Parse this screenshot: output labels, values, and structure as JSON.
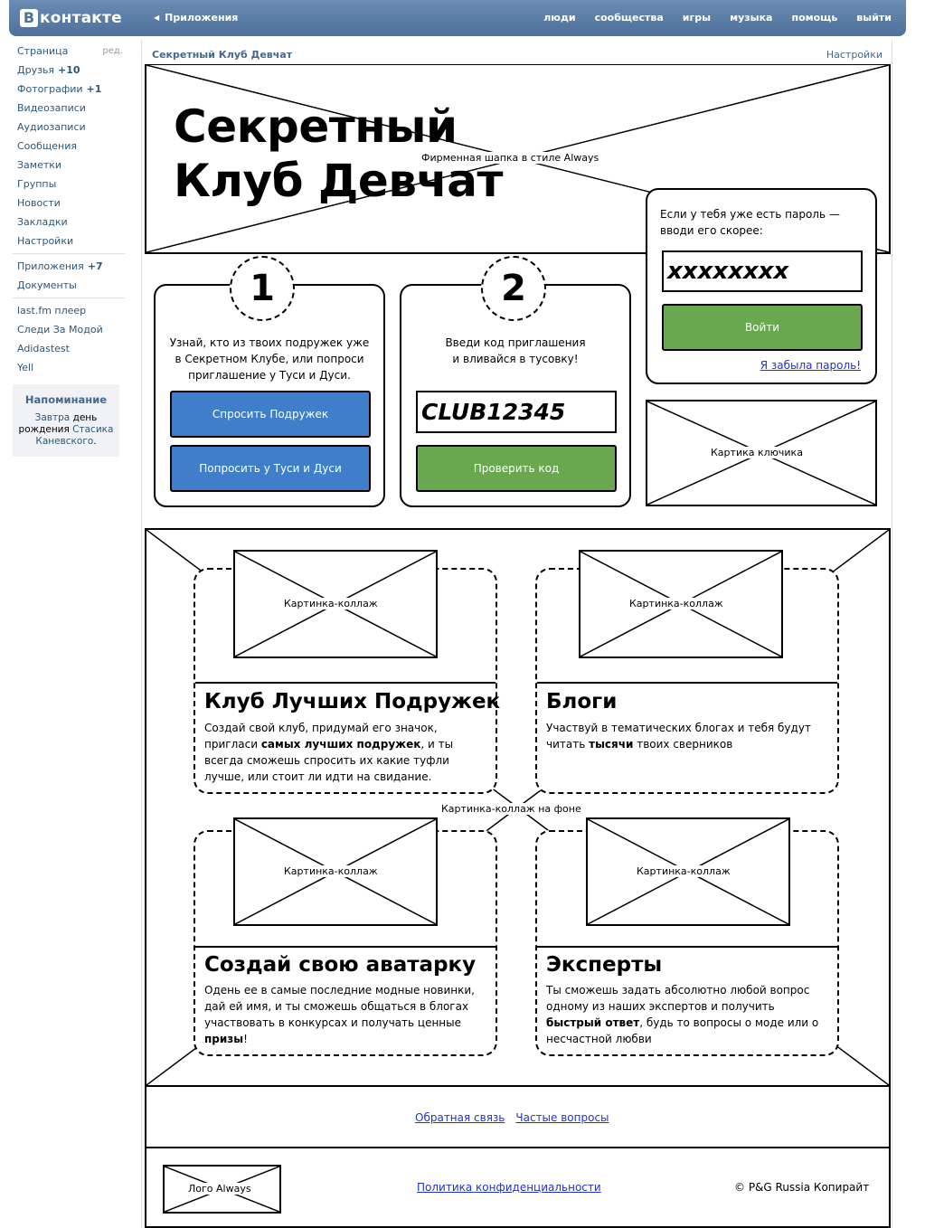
{
  "topbar": {
    "logo_letter": "В",
    "logo_word": "контакте",
    "apps_link": "Приложения",
    "nav": [
      "люди",
      "сообщества",
      "игры",
      "музыка",
      "помощь",
      "выйти"
    ]
  },
  "leftmenu": {
    "group1": [
      {
        "label": "Страница",
        "edit": "ред."
      },
      {
        "label": "Друзья",
        "count": "+10"
      },
      {
        "label": "Фотографии",
        "count": "+1"
      },
      {
        "label": "Видеозаписи"
      },
      {
        "label": "Аудиозаписи"
      },
      {
        "label": "Сообщения"
      },
      {
        "label": "Заметки"
      },
      {
        "label": "Группы"
      },
      {
        "label": "Новости"
      },
      {
        "label": "Закладки"
      },
      {
        "label": "Настройки"
      }
    ],
    "group2": [
      {
        "label": "Приложения",
        "count": "+7"
      },
      {
        "label": "Документы"
      }
    ],
    "group3": [
      {
        "label": "last.fm плеер"
      },
      {
        "label": "Следи За Модой"
      },
      {
        "label": "Adidastest"
      },
      {
        "label": "Yell"
      }
    ]
  },
  "reminder": {
    "title": "Напоминание",
    "when": "Завтра",
    "text1": "день",
    "text2": "рождения",
    "name1": "Стасика",
    "name2": "Каневского",
    "end": "."
  },
  "main": {
    "title": "Секретный Клуб Девчат",
    "settings": "Настройки"
  },
  "banner": {
    "title_line1": "Секретный",
    "title_line2": "Клуб Девчат",
    "placeholder": "Фирменная шапка в стиле Always"
  },
  "login": {
    "prompt": "Если у тебя уже есть пароль — вводи его скорее:",
    "password_value": "xxxxxxxx",
    "button": "Войти",
    "forgot": "Я забыла пароль!"
  },
  "step1": {
    "number": "1",
    "text": "Узнай, кто из твоих подружек уже в Секретном Клубе, или попроси приглашение у Туси и Дуси.",
    "button1": "Спросить Подружек",
    "button2": "Попросить у Туси и Дуси"
  },
  "step2": {
    "number": "2",
    "text_line1": "Введи код приглашения",
    "text_line2": "и вливайся в тусовку!",
    "code_value": "CLUB12345",
    "button": "Проверить код"
  },
  "key_image": "Картика ключика",
  "collage": {
    "background_label": "Картинка-коллаж на фоне",
    "image_label": "Картинка-коллаж",
    "features": [
      {
        "title": "Клуб Лучших Подружек",
        "text_a": "Создай свой клуб, придумай его значок, пригласи ",
        "bold": "самых лучших подружек",
        "text_b": ", и ты всегда сможешь спросить их какие туфли лучше, или стоит ли идти на свидание."
      },
      {
        "title": "Блоги",
        "text_a": "Участвуй в тематических блогах и тебя будут читать ",
        "bold": "тысячи",
        "text_b": " твоих сверников"
      },
      {
        "title": "Создай свою аватарку",
        "text_a": "Одень ее в самые последние модные новинки, дай ей имя, и ты сможешь общаться в блогах участвовать в конкурсах и получать ценные ",
        "bold": "призы",
        "text_b": "!"
      },
      {
        "title": "Эксперты",
        "text_a": "Ты сможешь задать абсолютно любой вопрос одному из наших экспертов и получить ",
        "bold": "быстрый ответ",
        "text_b": ", будь то вопросы о моде или о несчастной любви"
      }
    ]
  },
  "footer": {
    "feedback": "Обратная связь",
    "faq": "Частые вопросы",
    "logo": "Лого Always",
    "privacy": "Политика конфиденциальности",
    "copyright": "© P&G Russia Копирайт"
  }
}
